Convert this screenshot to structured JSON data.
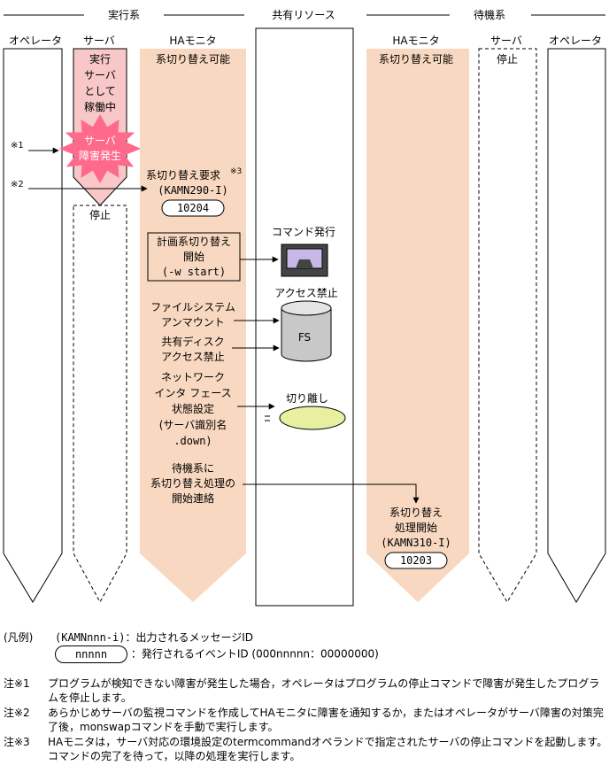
{
  "groups": {
    "active": "実行系",
    "shared": "共有リソース",
    "standby": "待機系"
  },
  "lanes": {
    "operator1": "オペレータ",
    "server1": "サーバ",
    "hamon1": "HAモニタ",
    "hamon2": "HAモニタ",
    "server2": "サーバ",
    "operator2": "オペレータ"
  },
  "active_server": {
    "running": [
      "実行",
      "サーバ",
      "として",
      "稼働中"
    ],
    "failure": [
      "サーバ",
      "障害発生"
    ],
    "stopped": "停止"
  },
  "standby_server_stopped": "停止",
  "hamon1": {
    "switch_possible": "系切り替え可能",
    "switch_request": "系切り替え要求",
    "switch_request_note": "※3",
    "switch_request_msg": "(KAMN290-I)",
    "event1": "10204",
    "planned": [
      "計画系切り替え",
      "開始",
      "(-w start)"
    ],
    "unmount": [
      "ファイルシステム",
      "アンマウント"
    ],
    "disk": [
      "共有ディスク",
      "アクセス禁止"
    ],
    "network": [
      "ネットワーク",
      "インタ フェース",
      "状態設定",
      "(サーバ識別名",
      ".down)"
    ],
    "notify": [
      "待機系に",
      "系切り替え処理の",
      "開始連絡"
    ]
  },
  "shared": {
    "command": "コマンド発行",
    "access": "アクセス禁止",
    "fs": "FS",
    "detach": "切り離し"
  },
  "hamon2": {
    "switch_possible": "系切り替え可能",
    "start": [
      "系切り替え",
      "処理開始",
      "(KAMN310-I)"
    ],
    "event": "10203"
  },
  "markers": {
    "m1": "※1",
    "m2": "※2"
  },
  "legend": {
    "label": "(凡例)",
    "msg_code": "(KAMNnnn-i)",
    "msg_desc": "：出力されるメッセージID",
    "event_code": "nnnnn",
    "event_desc": "：発行されるイベントID (000nnnnn：00000000)"
  },
  "notes": [
    {
      "mark": "注※1",
      "text": "プログラムが検知できない障害が発生した場合，オペレータはプログラムの停止コマンドで障害が発生したプログラムを停止します。"
    },
    {
      "mark": "注※2",
      "text": "あらかじめサーバの監視コマンドを作成してHAモニタに障害を通知するか，またはオペレータがサーバ障害の対策完了後，monswapコマンドを手動で実行します。"
    },
    {
      "mark": "注※3",
      "text": "HAモニタは，サーバ対応の環境設定のtermcommandオペランドで指定されたサーバの停止コマンドを起動します。コマンドの完了を待って，以降の処理を実行します。"
    }
  ],
  "colors": {
    "lane_fill": "#f8d8c0",
    "server_running": "#f8c8c8",
    "burst": "#ff6a8c",
    "ellipse": "#e8f0a0",
    "cylinder": "#c8c8c8"
  }
}
